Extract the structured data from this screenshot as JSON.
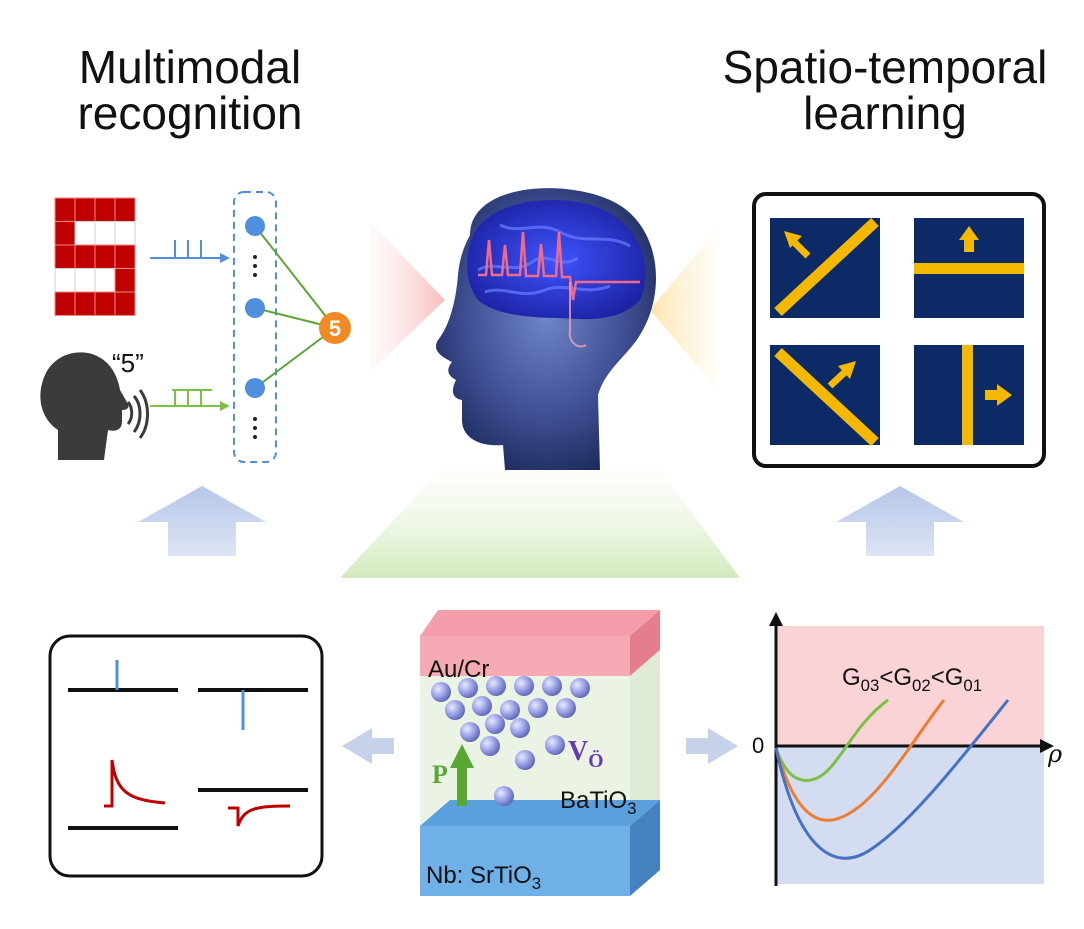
{
  "titles": {
    "left_line1": "Multimodal",
    "left_line2": "recognition",
    "right_line1": "Spatio-temporal",
    "right_line2": "learning"
  },
  "network": {
    "speech_label": "“5”",
    "output_digit": "5"
  },
  "device": {
    "top_electrode": "Au/Cr",
    "ferroelectric": "BaTiO",
    "ferroelectric_sub": "3",
    "bottom_electrode": "Nb: SrTiO",
    "bottom_electrode_sub": "3",
    "polarization": "P",
    "vacancy": "V",
    "vacancy_sub": "Ö"
  },
  "energy_plot": {
    "origin_label": "0",
    "x_label": "ρ",
    "legend_parts": [
      "G",
      "03",
      "<G",
      "02",
      "<G",
      "01"
    ],
    "curve_colors": [
      "#7cc242",
      "#ee7d31",
      "#4472c4"
    ]
  },
  "colors": {
    "red_block": "#c00000",
    "navy": "#0b2a66",
    "gold": "#f5b800",
    "neuron": "#4f8fdc",
    "output_node": "#f08a24",
    "arrow_light": "#c6d2ea"
  }
}
